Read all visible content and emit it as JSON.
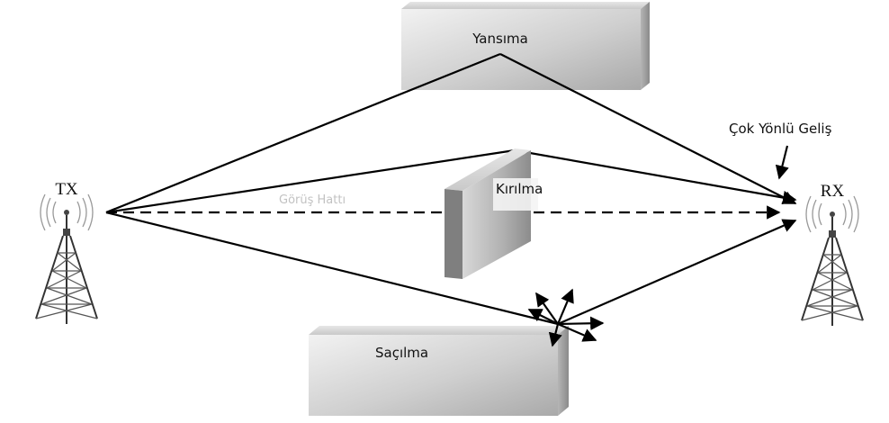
{
  "labels": {
    "tx": "TX",
    "rx": "RX",
    "reflection": "Yansıma",
    "refraction": "Kırılma",
    "scattering": "Saçılma",
    "line_of_sight": "Görüş Hattı",
    "multipath": "Çok Yönlü Geliş"
  },
  "icons": {
    "tx_tower": "radio-tower-icon",
    "rx_tower": "radio-tower-icon",
    "multipath_arrow": "arrow-down-icon",
    "scatter_burst": "scatter-arrows-icon"
  },
  "colors": {
    "block_light": "#eeeeee",
    "block_dark": "#9a9a9a",
    "ray": "#000000",
    "line_of_sight_text": "#c2c2c2"
  }
}
